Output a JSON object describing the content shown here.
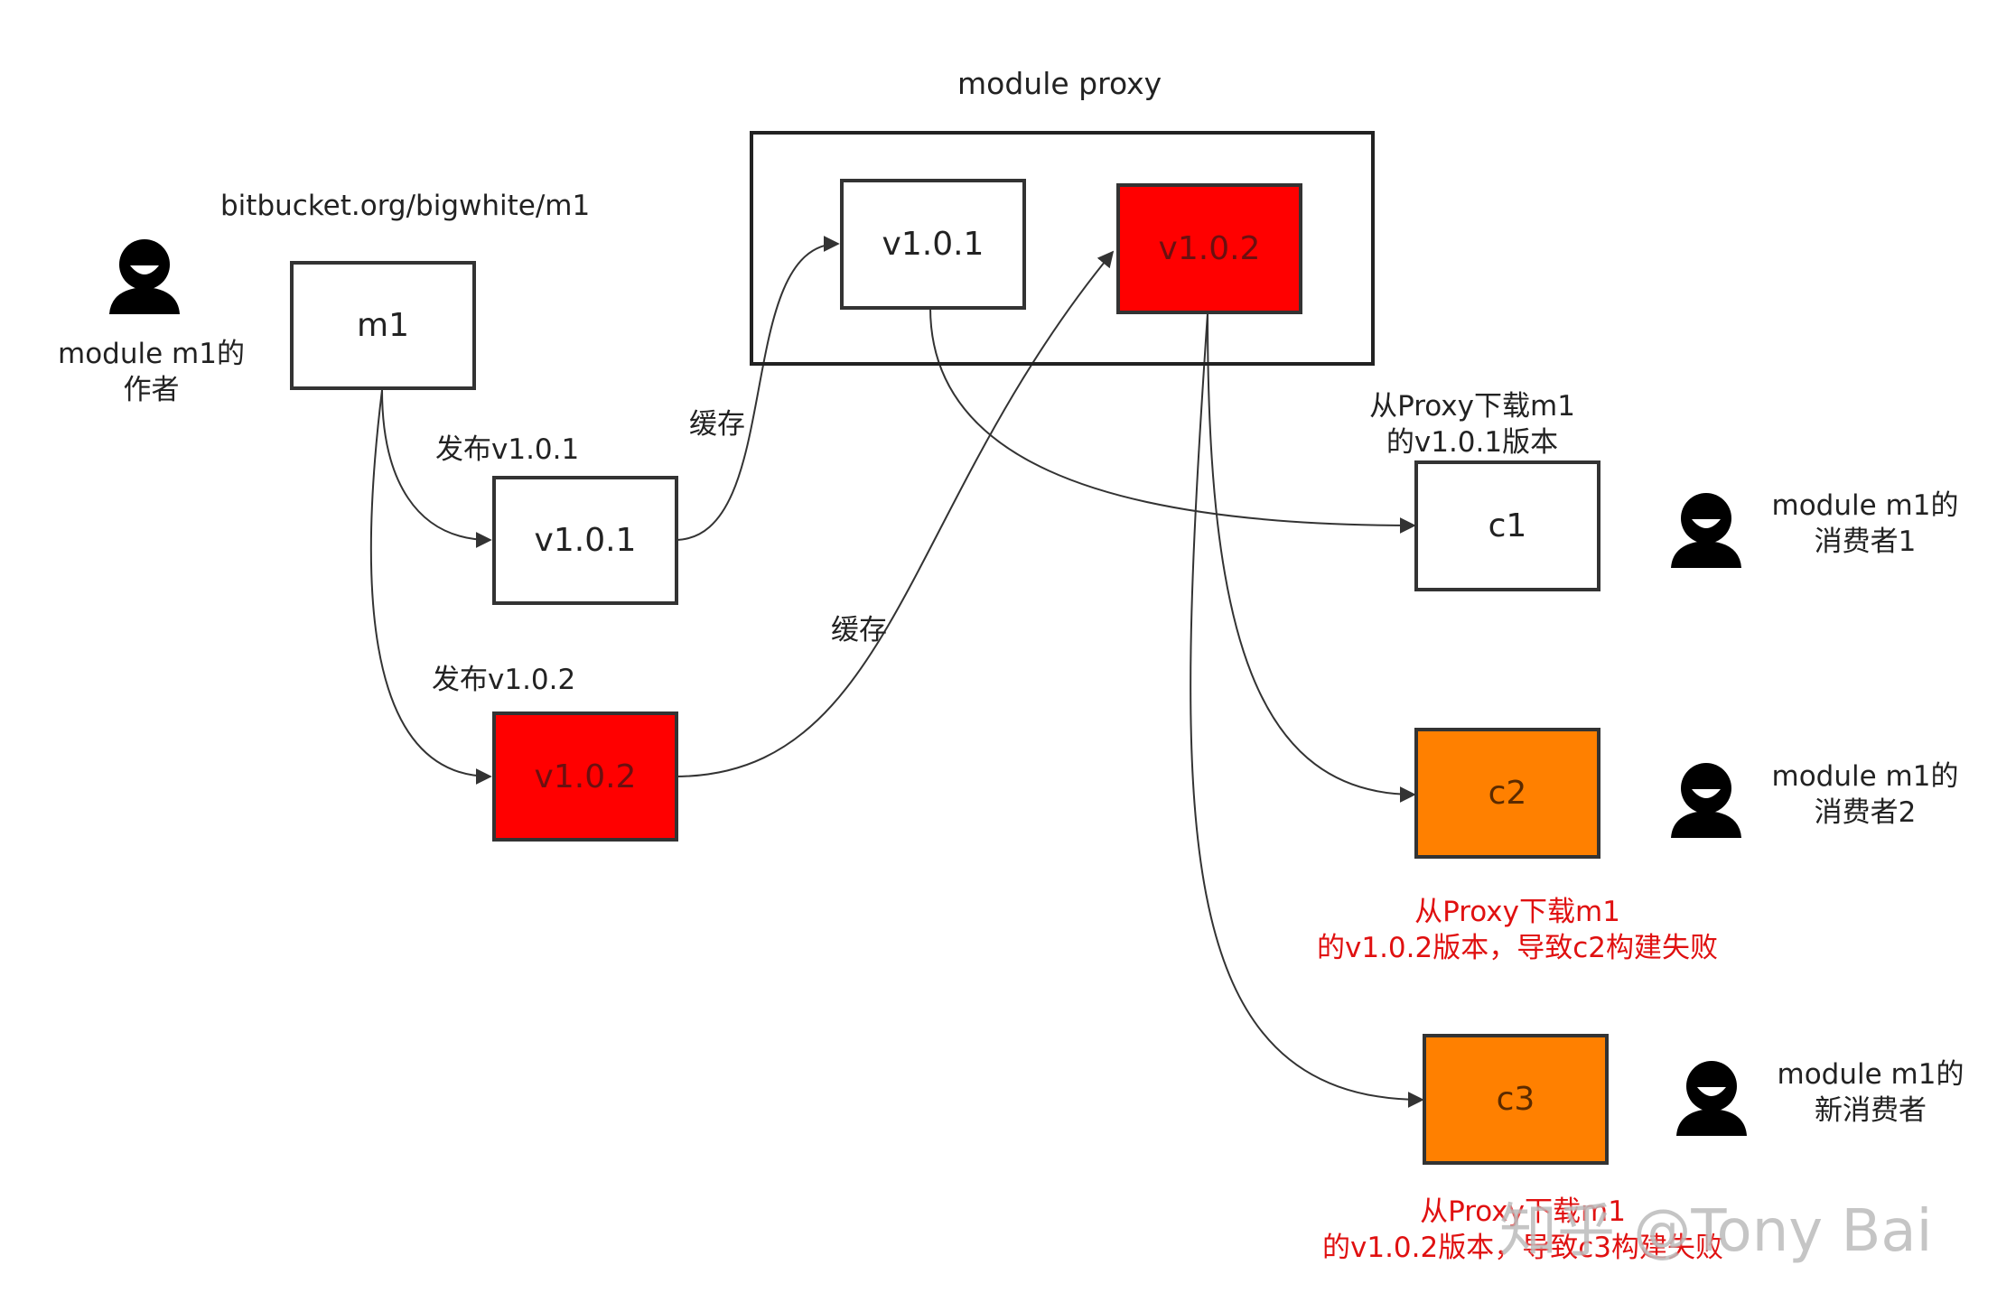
{
  "nodes": {
    "m1": "m1",
    "pub_v101": "v1.0.1",
    "pub_v102": "v1.0.2",
    "proxy_v101": "v1.0.1",
    "proxy_v102": "v1.0.2",
    "c1": "c1",
    "c2": "c2",
    "c3": "c3"
  },
  "labels": {
    "proxy_title": "module proxy",
    "repo_path": "bitbucket.org/bigwhite/m1",
    "author_line1": "module m1的",
    "author_line2": "作者",
    "publish_v101": "发布v1.0.1",
    "publish_v102": "发布v1.0.2",
    "cache_1": "缓存",
    "cache_2": "缓存",
    "c1_note_line1": "从Proxy下载m1",
    "c1_note_line2": "的v1.0.1版本",
    "consumer1_line1": "module m1的",
    "consumer1_line2": "消费者1",
    "consumer2_line1": "module m1的",
    "consumer2_line2": "消费者2",
    "consumer3_line1": "module m1的",
    "consumer3_line2": "新消费者",
    "c2_note_line1": "从Proxy下载m1",
    "c2_note_line2": "的v1.0.2版本，导致c2构建失败",
    "c3_note_line1": "从Proxy下载m1",
    "c3_note_line2": "的v1.0.2版本，导致c3构建失败"
  },
  "watermark": "知乎 @Tony Bai",
  "colors": {
    "red": "#ff0000",
    "orange": "#ff8000",
    "warning_text": "#e01010",
    "stroke": "#333333"
  }
}
